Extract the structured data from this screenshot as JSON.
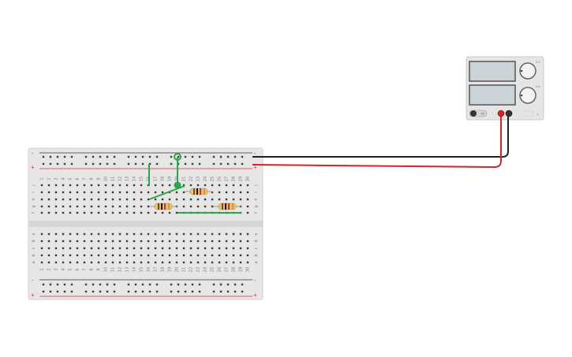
{
  "psu": {
    "labels": {
      "voltage_knob": "0-V",
      "current_knob": "0-A",
      "on_off": "Off",
      "negative": "-",
      "positive": "+"
    }
  },
  "breadboard": {
    "columns": [
      "1",
      "2",
      "3",
      "4",
      "5",
      "6",
      "7",
      "8",
      "9",
      "10",
      "11",
      "12",
      "13",
      "14",
      "15",
      "16",
      "17",
      "18",
      "19",
      "20",
      "21",
      "22",
      "23",
      "24",
      "25",
      "26",
      "27",
      "28",
      "29",
      "30"
    ],
    "top_rows": [
      "j",
      "i",
      "h",
      "g",
      "f"
    ],
    "bottom_rows": [
      "e",
      "d",
      "c",
      "b",
      "a"
    ],
    "rail_minus": "-",
    "rail_plus": "+"
  },
  "colors": {
    "breadboard": "#e6e6e6",
    "rail_red": "#d9323b",
    "rail_black": "#333333",
    "wire_green": "#2aa748",
    "wire_red": "#d2232a",
    "wire_black": "#222222",
    "psu_body": "#e5e5e5",
    "psu_screen": "#c9d3d8"
  },
  "icons": [
    "knob-icon",
    "power-switch-icon",
    "terminal-icon",
    "resistor-icon",
    "wire-icon"
  ]
}
